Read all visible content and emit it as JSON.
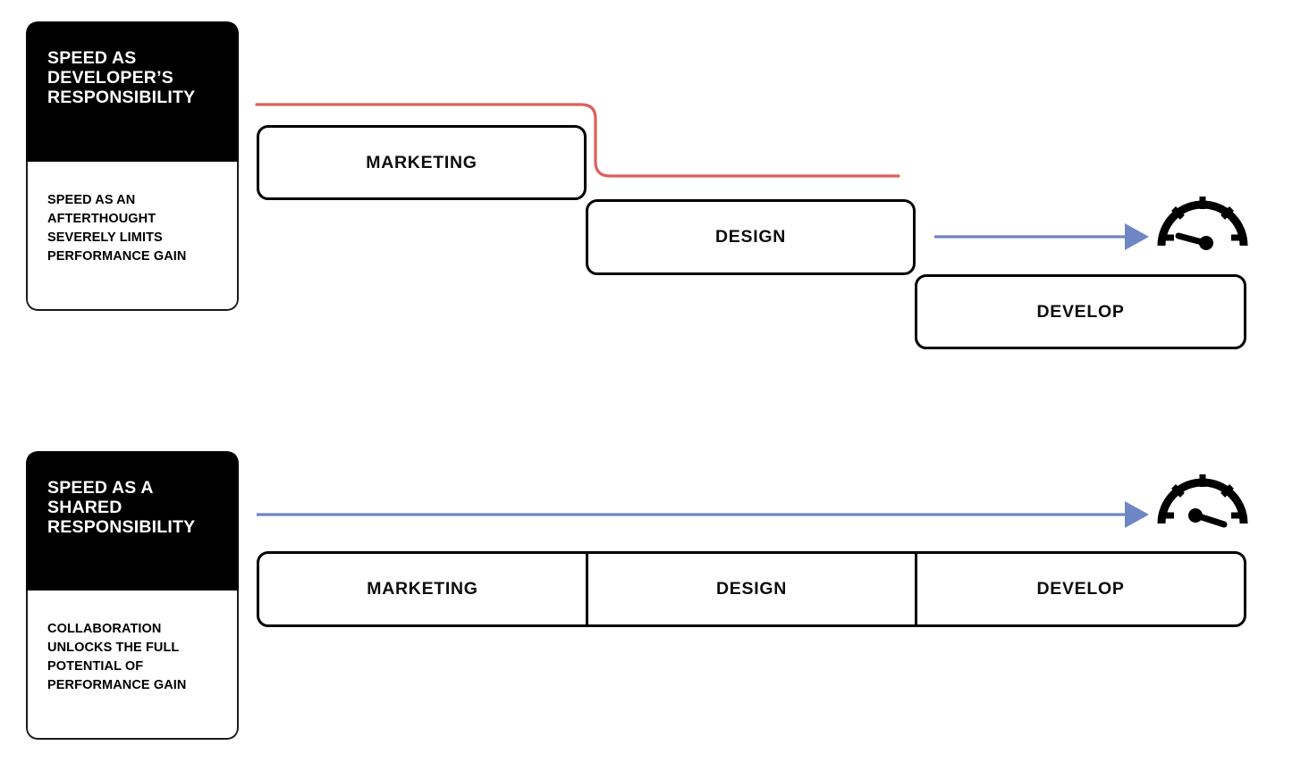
{
  "diagram": {
    "title_hidden": "",
    "cards": [
      {
        "id": "speed-as-developers-responsibility",
        "heading": "SPEED AS DEVELOPER’S RESPONSIBILITY",
        "body": "SPEED AS AN AFTERTHOUGHT SEVERELY LIMITS PERFORMANCE GAIN"
      },
      {
        "id": "speed-as-a-shared-responsibility",
        "heading": "SPEED AS A SHARED RESPONSIBILITY",
        "body": "COLLABORATION UNLOCKS THE FULL POTENTIAL OF PERFORMANCE GAIN"
      }
    ],
    "top_row": {
      "stages": [
        {
          "label": "MARKETING"
        },
        {
          "label": "DESIGN"
        },
        {
          "label": "DEVELOP"
        }
      ],
      "connector_color": "#d9615c",
      "arrow_color": "#6f86c4",
      "gauge": {
        "name": "speedometer-low",
        "needle": "low"
      }
    },
    "bottom_row": {
      "stages": [
        {
          "label": "MARKETING"
        },
        {
          "label": "DESIGN"
        },
        {
          "label": "DEVELOP"
        }
      ],
      "arrow_color": "#6f86c4",
      "gauge": {
        "name": "speedometer-high",
        "needle": "high"
      }
    },
    "colors": {
      "ink": "#000000",
      "red_line": "#d9615c",
      "blue_arrow": "#6f86c4",
      "card_header_bg": "#000000",
      "card_body_bg": "#ffffff",
      "page_bg": "#ffffff"
    }
  }
}
